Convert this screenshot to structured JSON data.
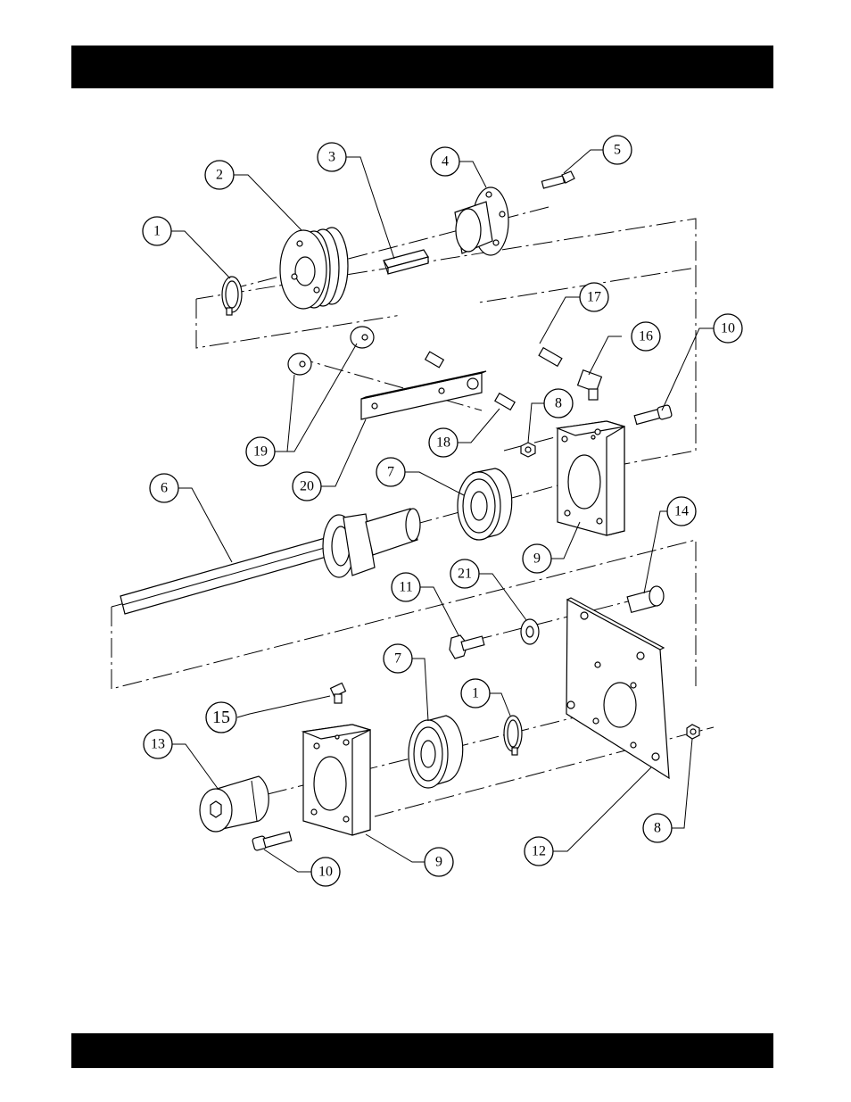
{
  "diagram": {
    "callouts": [
      {
        "id": "c1a",
        "label": "1"
      },
      {
        "id": "c2",
        "label": "2"
      },
      {
        "id": "c3",
        "label": "3"
      },
      {
        "id": "c4",
        "label": "4"
      },
      {
        "id": "c5",
        "label": "5"
      },
      {
        "id": "c17",
        "label": "17"
      },
      {
        "id": "c16",
        "label": "16"
      },
      {
        "id": "c10a",
        "label": "10"
      },
      {
        "id": "c8a",
        "label": "8"
      },
      {
        "id": "c19",
        "label": "19"
      },
      {
        "id": "c20",
        "label": "20"
      },
      {
        "id": "c18",
        "label": "18"
      },
      {
        "id": "c6",
        "label": "6"
      },
      {
        "id": "c7a",
        "label": "7"
      },
      {
        "id": "c9a",
        "label": "9"
      },
      {
        "id": "c14",
        "label": "14"
      },
      {
        "id": "c11",
        "label": "11"
      },
      {
        "id": "c21",
        "label": "21"
      },
      {
        "id": "c7b",
        "label": "7"
      },
      {
        "id": "c1b",
        "label": "1"
      },
      {
        "id": "c15",
        "label": "15"
      },
      {
        "id": "c13",
        "label": "13"
      },
      {
        "id": "c8b",
        "label": "8"
      },
      {
        "id": "c12",
        "label": "12"
      },
      {
        "id": "c9b",
        "label": "9"
      },
      {
        "id": "c10b",
        "label": "10"
      }
    ]
  }
}
